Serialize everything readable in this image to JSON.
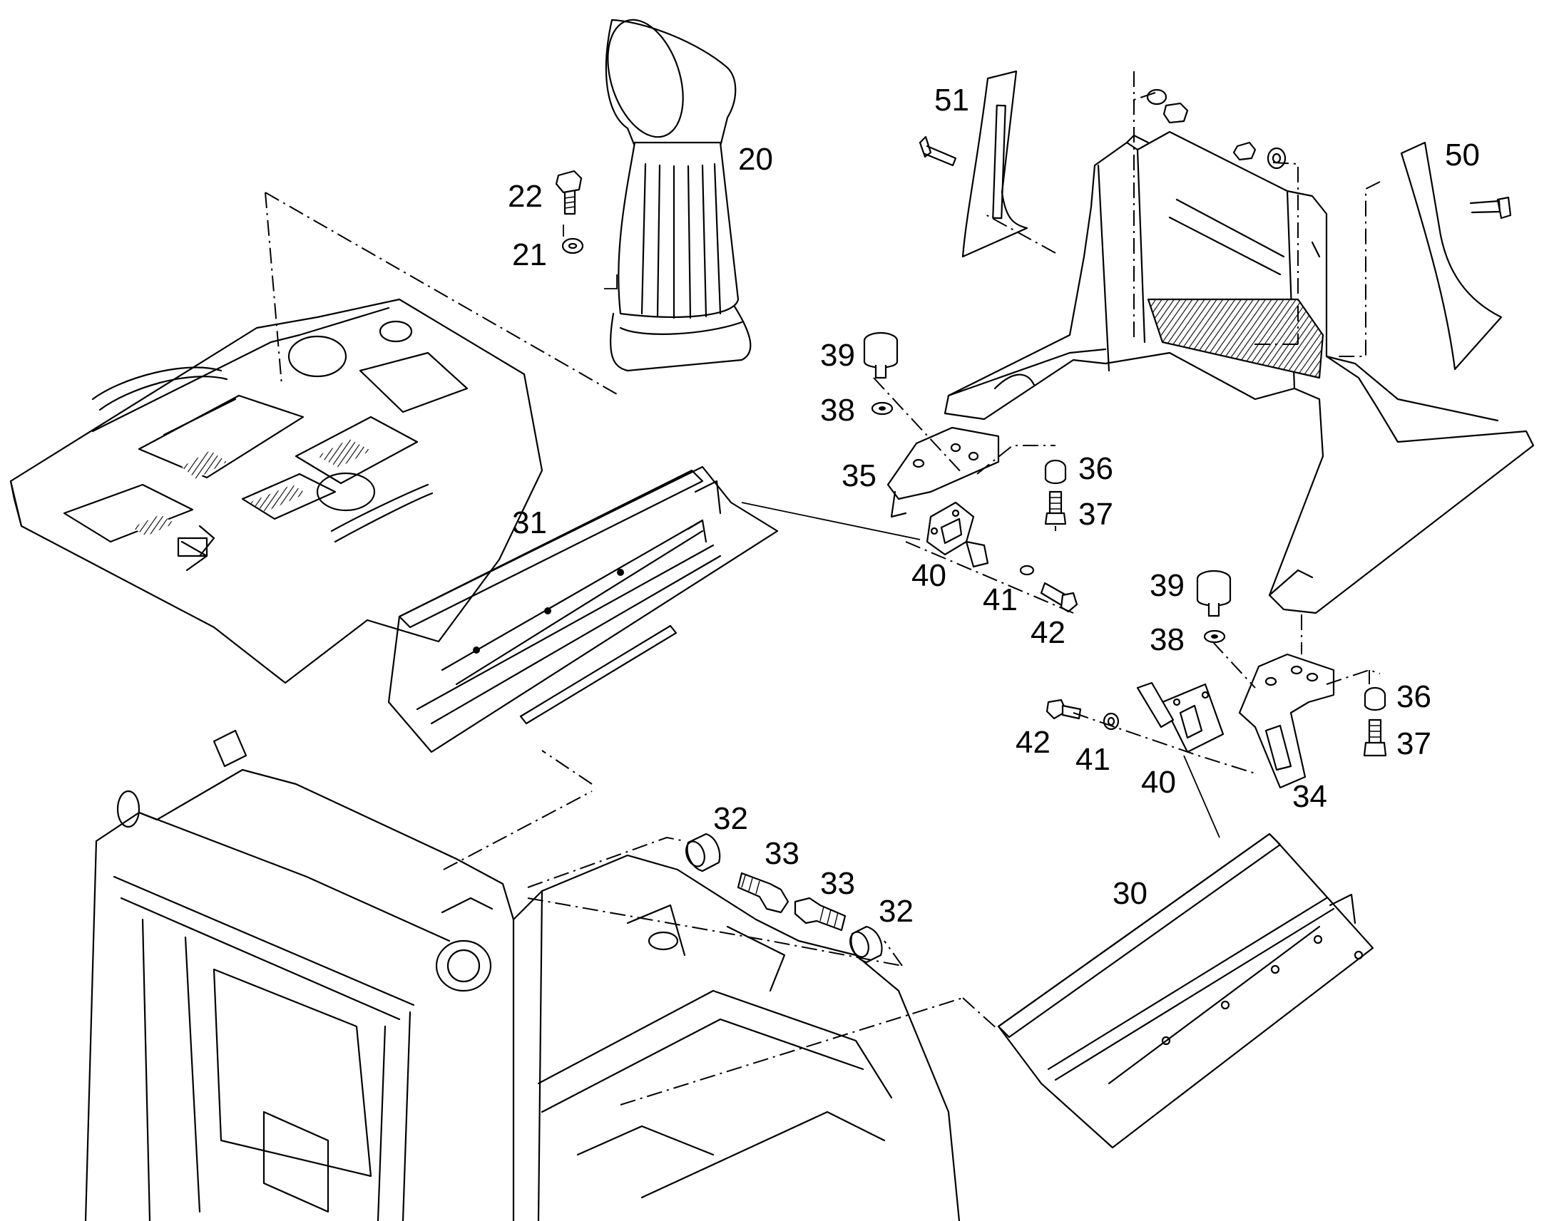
{
  "callouts": [
    {
      "id": "c20a",
      "text": "20"
    },
    {
      "id": "c21",
      "text": "21"
    },
    {
      "id": "c22",
      "text": "22"
    },
    {
      "id": "c30",
      "text": "30"
    },
    {
      "id": "c31",
      "text": "31"
    },
    {
      "id": "c32a",
      "text": "32"
    },
    {
      "id": "c32b",
      "text": "32"
    },
    {
      "id": "c33a",
      "text": "33"
    },
    {
      "id": "c33b",
      "text": "33"
    },
    {
      "id": "c34",
      "text": "34"
    },
    {
      "id": "c35",
      "text": "35"
    },
    {
      "id": "c36a",
      "text": "36"
    },
    {
      "id": "c36b",
      "text": "36"
    },
    {
      "id": "c37a",
      "text": "37"
    },
    {
      "id": "c37b",
      "text": "37"
    },
    {
      "id": "c38a",
      "text": "38"
    },
    {
      "id": "c38b",
      "text": "38"
    },
    {
      "id": "c39a",
      "text": "39"
    },
    {
      "id": "c39b",
      "text": "39"
    },
    {
      "id": "c40a",
      "text": "40"
    },
    {
      "id": "c40b",
      "text": "40"
    },
    {
      "id": "c41a",
      "text": "41"
    },
    {
      "id": "c41b",
      "text": "41"
    },
    {
      "id": "c42a",
      "text": "42"
    },
    {
      "id": "c42b",
      "text": "42"
    },
    {
      "id": "c50",
      "text": "50"
    },
    {
      "id": "c51",
      "text": "51"
    }
  ]
}
